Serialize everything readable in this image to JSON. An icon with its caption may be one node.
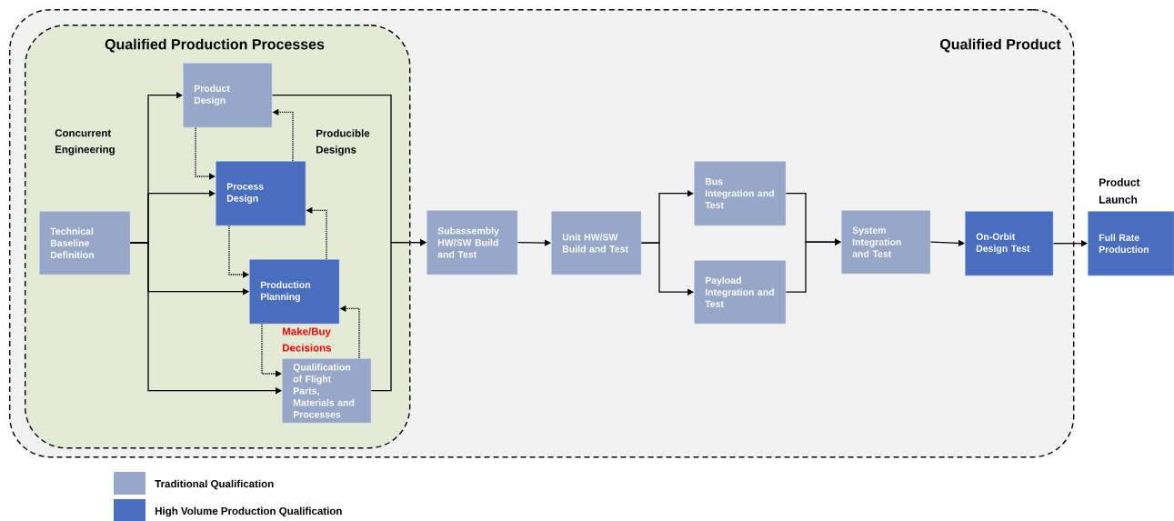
{
  "diagram": {
    "nodes": [
      {
        "text": [
          "Qualified Product"
        ]
      },
      {
        "text": [
          "Qualified Production Processes"
        ],
        "in": 0
      },
      {
        "text": [
          "Technical Baseline Definition"
        ],
        "in": 1
      },
      {
        "text": [
          "Product Design"
        ],
        "in": 1
      },
      {
        "text": [
          "Process Design"
        ],
        "in": 1
      },
      {
        "text": [
          "Production Planning"
        ],
        "in": 1
      },
      {
        "text": [
          "Qualification of Flight Parts, Materials and Processes"
        ],
        "in": 1
      },
      {
        "text": [
          "Subassembly HW/SW Build and Test"
        ],
        "in": 0
      },
      {
        "text": [
          "Unit HW/SW Build and Test"
        ],
        "in": 0
      },
      {
        "text": [
          "Bus Integration and Test"
        ],
        "in": 0
      },
      {
        "text": [
          "Payload Integration and Test"
        ],
        "in": 0
      },
      {
        "text": [
          "System Integration and Test"
        ],
        "in": 0
      },
      {
        "text": [
          "On-Orbit Design Test"
        ],
        "in": 0
      },
      {
        "text": [
          "Full Rate Production"
        ],
        "beside": [
          "Product Launch"
        ]
      }
    ],
    "edges": [
      {
        "from": 2,
        "to": 3,
        "arrow": "to"
      },
      {
        "from": 2,
        "to": 4,
        "arrow": "to"
      },
      {
        "from": 2,
        "to": 5,
        "arrow": "to"
      },
      {
        "from": 2,
        "to": 6,
        "arrow": "to"
      },
      {
        "from": 3,
        "to": 4,
        "arrow": "to",
        "style": "dashed"
      },
      {
        "from": 4,
        "to": 3,
        "arrow": "to",
        "style": "dashed"
      },
      {
        "from": 4,
        "to": 5,
        "arrow": "to",
        "style": "dashed"
      },
      {
        "from": 5,
        "to": 4,
        "arrow": "to",
        "style": "dashed"
      },
      {
        "from": 5,
        "to": 6,
        "arrow": "to",
        "style": "dashed"
      },
      {
        "from": 6,
        "to": 5,
        "arrow": "to",
        "style": "dashed"
      },
      {
        "from": 3,
        "to": 7,
        "arrow": "to"
      },
      {
        "from": 6,
        "to": 7,
        "arrow": "to"
      },
      {
        "from": 7,
        "to": 8,
        "arrow": "to"
      },
      {
        "from": 8,
        "to": 9,
        "arrow": "to"
      },
      {
        "from": 8,
        "to": 10,
        "arrow": "to"
      },
      {
        "from": 9,
        "to": 11,
        "arrow": "to"
      },
      {
        "from": 10,
        "to": 11,
        "arrow": "to"
      },
      {
        "from": 11,
        "to": 12,
        "arrow": "to"
      },
      {
        "from": 12,
        "to": 13,
        "arrow": "to"
      }
    ],
    "labels": [
      "Concurrent Engineering",
      "Producible Designs",
      "Make/Buy Decisions"
    ],
    "legend": [
      {
        "text": "Traditional Qualification",
        "color": "#97a7c7"
      },
      {
        "text": "High Volume Production Qualification",
        "color": "#4a6ebf"
      }
    ]
  }
}
